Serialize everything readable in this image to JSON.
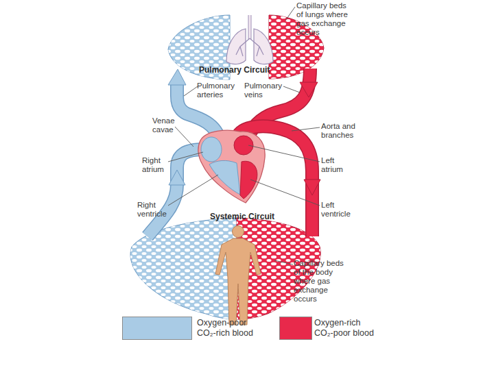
{
  "diagram": {
    "labels": [
      "Capillary beds of lungs where gas exchange occurs",
      "Pulmonary Circuit",
      "Pulmonary arteries",
      "Pulmonary veins",
      "Venae cavae",
      "Aorta and branches",
      "Right atrium",
      "Left atrium",
      "Right ventricle",
      "Systemic Circuit",
      "Left ventricle",
      "Capillary beds of the body where gas exchange occurs"
    ],
    "legend": [
      {
        "text": "Oxygen-poor CO₂-rich blood",
        "color": "#a9cbe5"
      },
      {
        "text": "Oxygen-rich CO₂-poor blood",
        "color": "#e8294b"
      }
    ]
  }
}
